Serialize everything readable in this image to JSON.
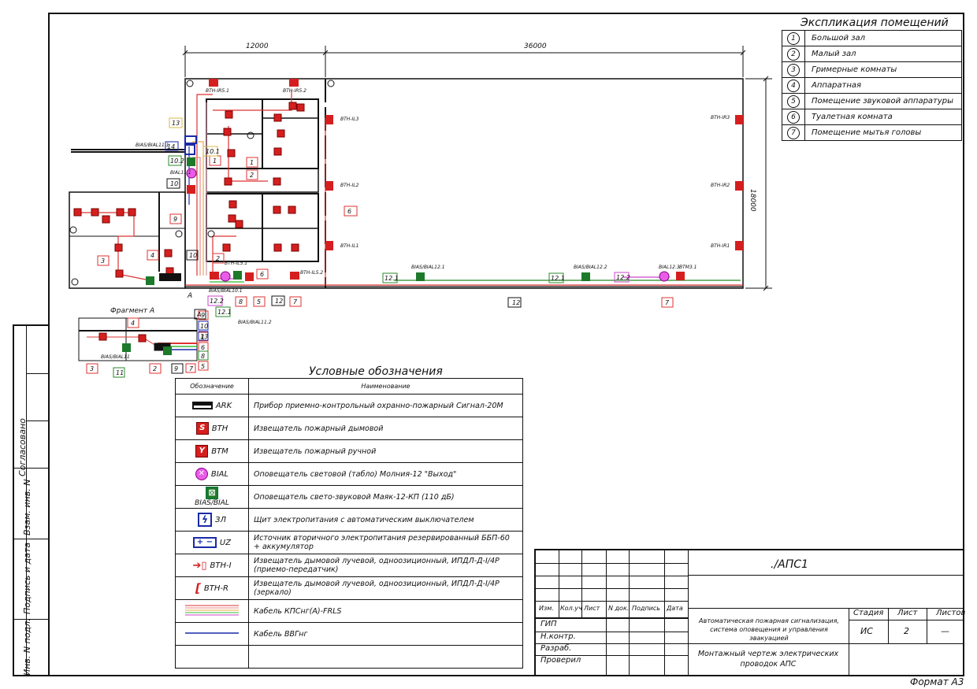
{
  "explication": {
    "title": "Экспликация помещений",
    "rooms": [
      {
        "num": "1",
        "name": "Большой зал"
      },
      {
        "num": "2",
        "name": "Малый зал"
      },
      {
        "num": "3",
        "name": "Гримерные комнаты"
      },
      {
        "num": "4",
        "name": "Аппаратная"
      },
      {
        "num": "5",
        "name": "Помещение звуковой аппаратуры"
      },
      {
        "num": "6",
        "name": "Туалетная комната"
      },
      {
        "num": "7",
        "name": "Помещение мытья головы"
      }
    ]
  },
  "plan": {
    "dims": {
      "left_width": "12000",
      "right_width": "36000",
      "height": "18000"
    },
    "fragment_title": "Фрагмент А",
    "fragment_mark": "А",
    "beam_labels": [
      "BTH-IL3",
      "BTH-IL2",
      "BTH-IL1",
      "BTH-IR3",
      "BTH-IR2",
      "BTH-IR1",
      "BTH-IR5.1",
      "BTH-IR5.2",
      "BTH-IL5.1",
      "BTH-IL5.2"
    ],
    "sounder_labels": [
      "BIAS/BIAL12.1",
      "BIAS/BIAL12.2",
      "BIAS/BIAL11.1",
      "BIAS/BIAL10.1",
      "BIAS/BIAL11.2",
      "BIAS/BIAL11"
    ],
    "misc_labels": {
      "bial32": "BIAL12.3",
      "btm31": "BTM3.1",
      "bial11": "BIAL11.1",
      "line12": "12",
      "l121": "12.1",
      "l122": "12.2"
    }
  },
  "legend": {
    "title": "Условные обозначения",
    "col_symbol": "Обозначение",
    "col_name": "Наименование",
    "rows": [
      {
        "code": "ARK",
        "icon": "ark",
        "name": "Прибор приемно-контрольный охранно-пожарный Сигнал-20М"
      },
      {
        "code": "BTH",
        "icon": "red-s",
        "name": "Извещатель пожарный дымовой"
      },
      {
        "code": "BTM",
        "icon": "red-y",
        "name": "Извещатель пожарный ручной"
      },
      {
        "code": "BIAL",
        "icon": "magenta",
        "name": "Оповещатель световой (табло) Молния-12 \"Выход\""
      },
      {
        "code": "BIAS/BIAL",
        "icon": "green",
        "name": "Оповещатель свето-звуковой Маяк-12-КП (110 дБ)"
      },
      {
        "code": "ЗЛ",
        "icon": "blue-bolt",
        "name": "Щит электропитания с автоматическим выключателем"
      },
      {
        "code": "UZ",
        "icon": "uz",
        "name": "Источник вторичного электропитания резервированный ББП-60 + аккумулятор"
      },
      {
        "code": "BTH-I",
        "icon": "beam-i",
        "name": "Извещатель дымовой лучевой, одноозиционный, ИПДЛ-Д-I/4Р (приемо-передатчик)"
      },
      {
        "code": "BTH-R",
        "icon": "beam-r",
        "name": "Извещатель дымовой лучевой, одноозиционный, ИПДЛ-Д-I/4Р (зеркало)"
      },
      {
        "code": "",
        "icon": "cable-multi",
        "name": "Кабель КПСнг(А)-FRLS"
      },
      {
        "code": "",
        "icon": "cable-blue",
        "name": "Кабель ВВГнг"
      },
      {
        "code": "",
        "icon": "",
        "name": ""
      }
    ]
  },
  "title_block": {
    "code": "./АПС1",
    "hdr": [
      "Изм.",
      "Кол.уч",
      "Лист",
      "N док.",
      "Подпись",
      "Дата"
    ],
    "roles": [
      "ГИП",
      "Н.контр.",
      "Разраб.",
      "Проверил"
    ],
    "project": "Автоматическая пожарная сигнализация, система оповещения и управления эвакуацией",
    "drawing": "Монтажный чертеж электрических проводок АПС",
    "stage_h": "Стадия",
    "sheet_h": "Лист",
    "sheets_h": "Листов",
    "stage": "ИС",
    "sheet": "2",
    "sheets": "—"
  },
  "side_labels": {
    "s1": "Согласовано",
    "s2": "Взам. инв. N",
    "s3": "Подпись и дата",
    "s4": "Инв. N подл."
  },
  "format": "Формат А3"
}
